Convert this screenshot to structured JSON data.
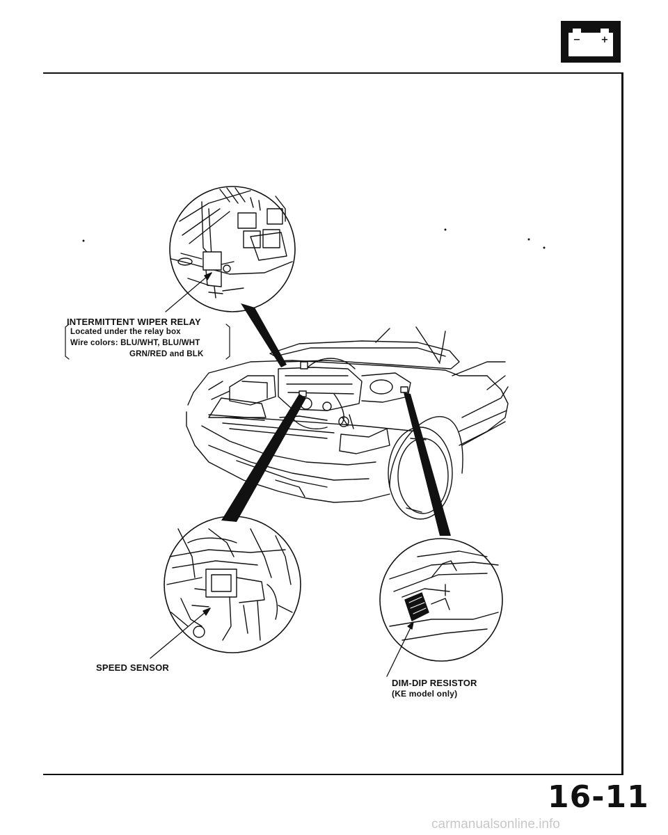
{
  "relay": {
    "title": "INTERMITTENT WIPER RELAY",
    "located": "Located under the relay box",
    "wire_colors": "Wire colors:  BLU/WHT, BLU/WHT",
    "wire_colors_2": "GRN/RED and BLK"
  },
  "speed_sensor": {
    "title": "SPEED SENSOR"
  },
  "dim_dip": {
    "title": "DIM-DIP RESISTOR",
    "note": "(KE model only)"
  },
  "page_number": "16-11",
  "watermark": "carmanualsonline.info",
  "battery_icon": {
    "minus": "−",
    "plus": "+"
  }
}
